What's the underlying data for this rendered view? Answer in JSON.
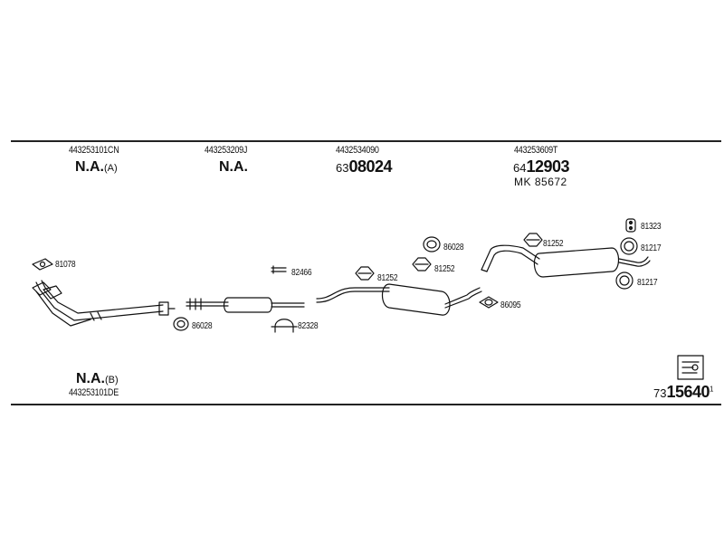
{
  "sections": [
    {
      "part_number": "443253101CN",
      "status": "N.A.",
      "variant": "(A)"
    },
    {
      "part_number": "443253209J",
      "status": "N.A."
    },
    {
      "part_number": "4432534090",
      "code_prefix": "63",
      "code": "08024"
    },
    {
      "part_number": "443253609T",
      "code_prefix": "64",
      "code": "12903",
      "mk_label": "MK",
      "mk_number": "85672"
    }
  ],
  "bottom_left": {
    "status": "N.A.",
    "variant": "(B)",
    "part_number": "443253101DE"
  },
  "callouts": {
    "c81078": "81078",
    "c82466": "82466",
    "c86028a": "86028",
    "c82328": "82328",
    "c86028b": "86028",
    "c81252a": "81252",
    "c81252b": "81252",
    "c86095": "86095",
    "c81252c": "81252",
    "c81323": "81323",
    "c81217a": "81217",
    "c81217b": "81217"
  },
  "catalog": {
    "prefix": "73",
    "number": "15640",
    "suffix": "1"
  },
  "icons": [
    "flange-gasket-icon",
    "clamp-icon",
    "rubber-hanger-icon",
    "ring-gasket-icon",
    "bracket-icon",
    "mounting-kit-icon",
    "catalog-symbol-icon"
  ]
}
